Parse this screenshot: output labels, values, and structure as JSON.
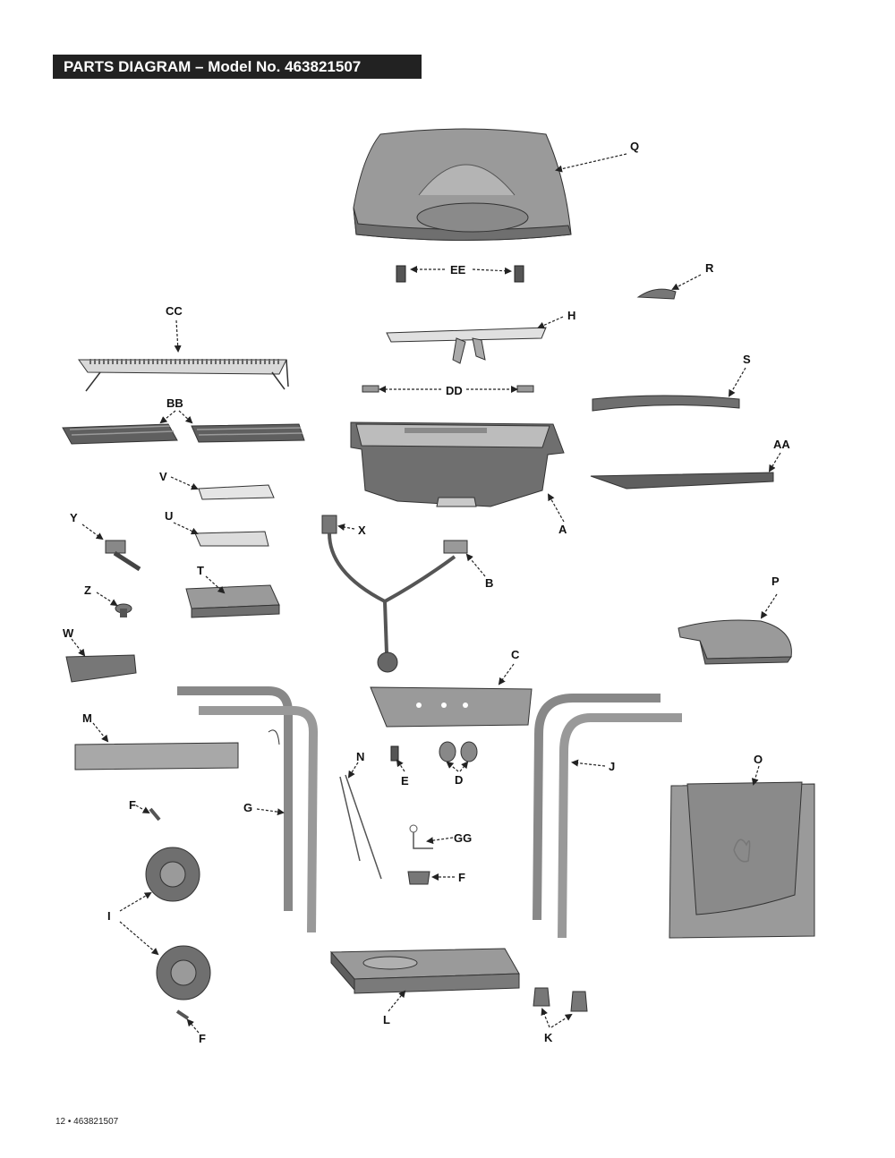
{
  "header": {
    "title": "PARTS DIAGRAM – Model No. 463821507"
  },
  "footer": {
    "page": "12 • 463821507"
  },
  "colors": {
    "part_fill": "#9a9a9a",
    "part_dark": "#5f5f5f",
    "part_light": "#c9c9c9",
    "title_bg": "#222222"
  },
  "labels": {
    "Q": "Q",
    "EE": "EE",
    "R": "R",
    "H": "H",
    "CC": "CC",
    "S": "S",
    "DD": "DD",
    "BB": "BB",
    "AA": "AA",
    "V": "V",
    "A": "A",
    "Y": "Y",
    "U": "U",
    "X": "X",
    "B": "B",
    "T": "T",
    "Z": "Z",
    "P": "P",
    "W": "W",
    "C": "C",
    "M": "M",
    "J": "J",
    "N": "N",
    "E": "E",
    "D": "D",
    "O": "O",
    "F_top": "F",
    "G": "G",
    "GG": "GG",
    "F_mid": "F",
    "I": "I",
    "L": "L",
    "K": "K",
    "F_bottom": "F"
  }
}
